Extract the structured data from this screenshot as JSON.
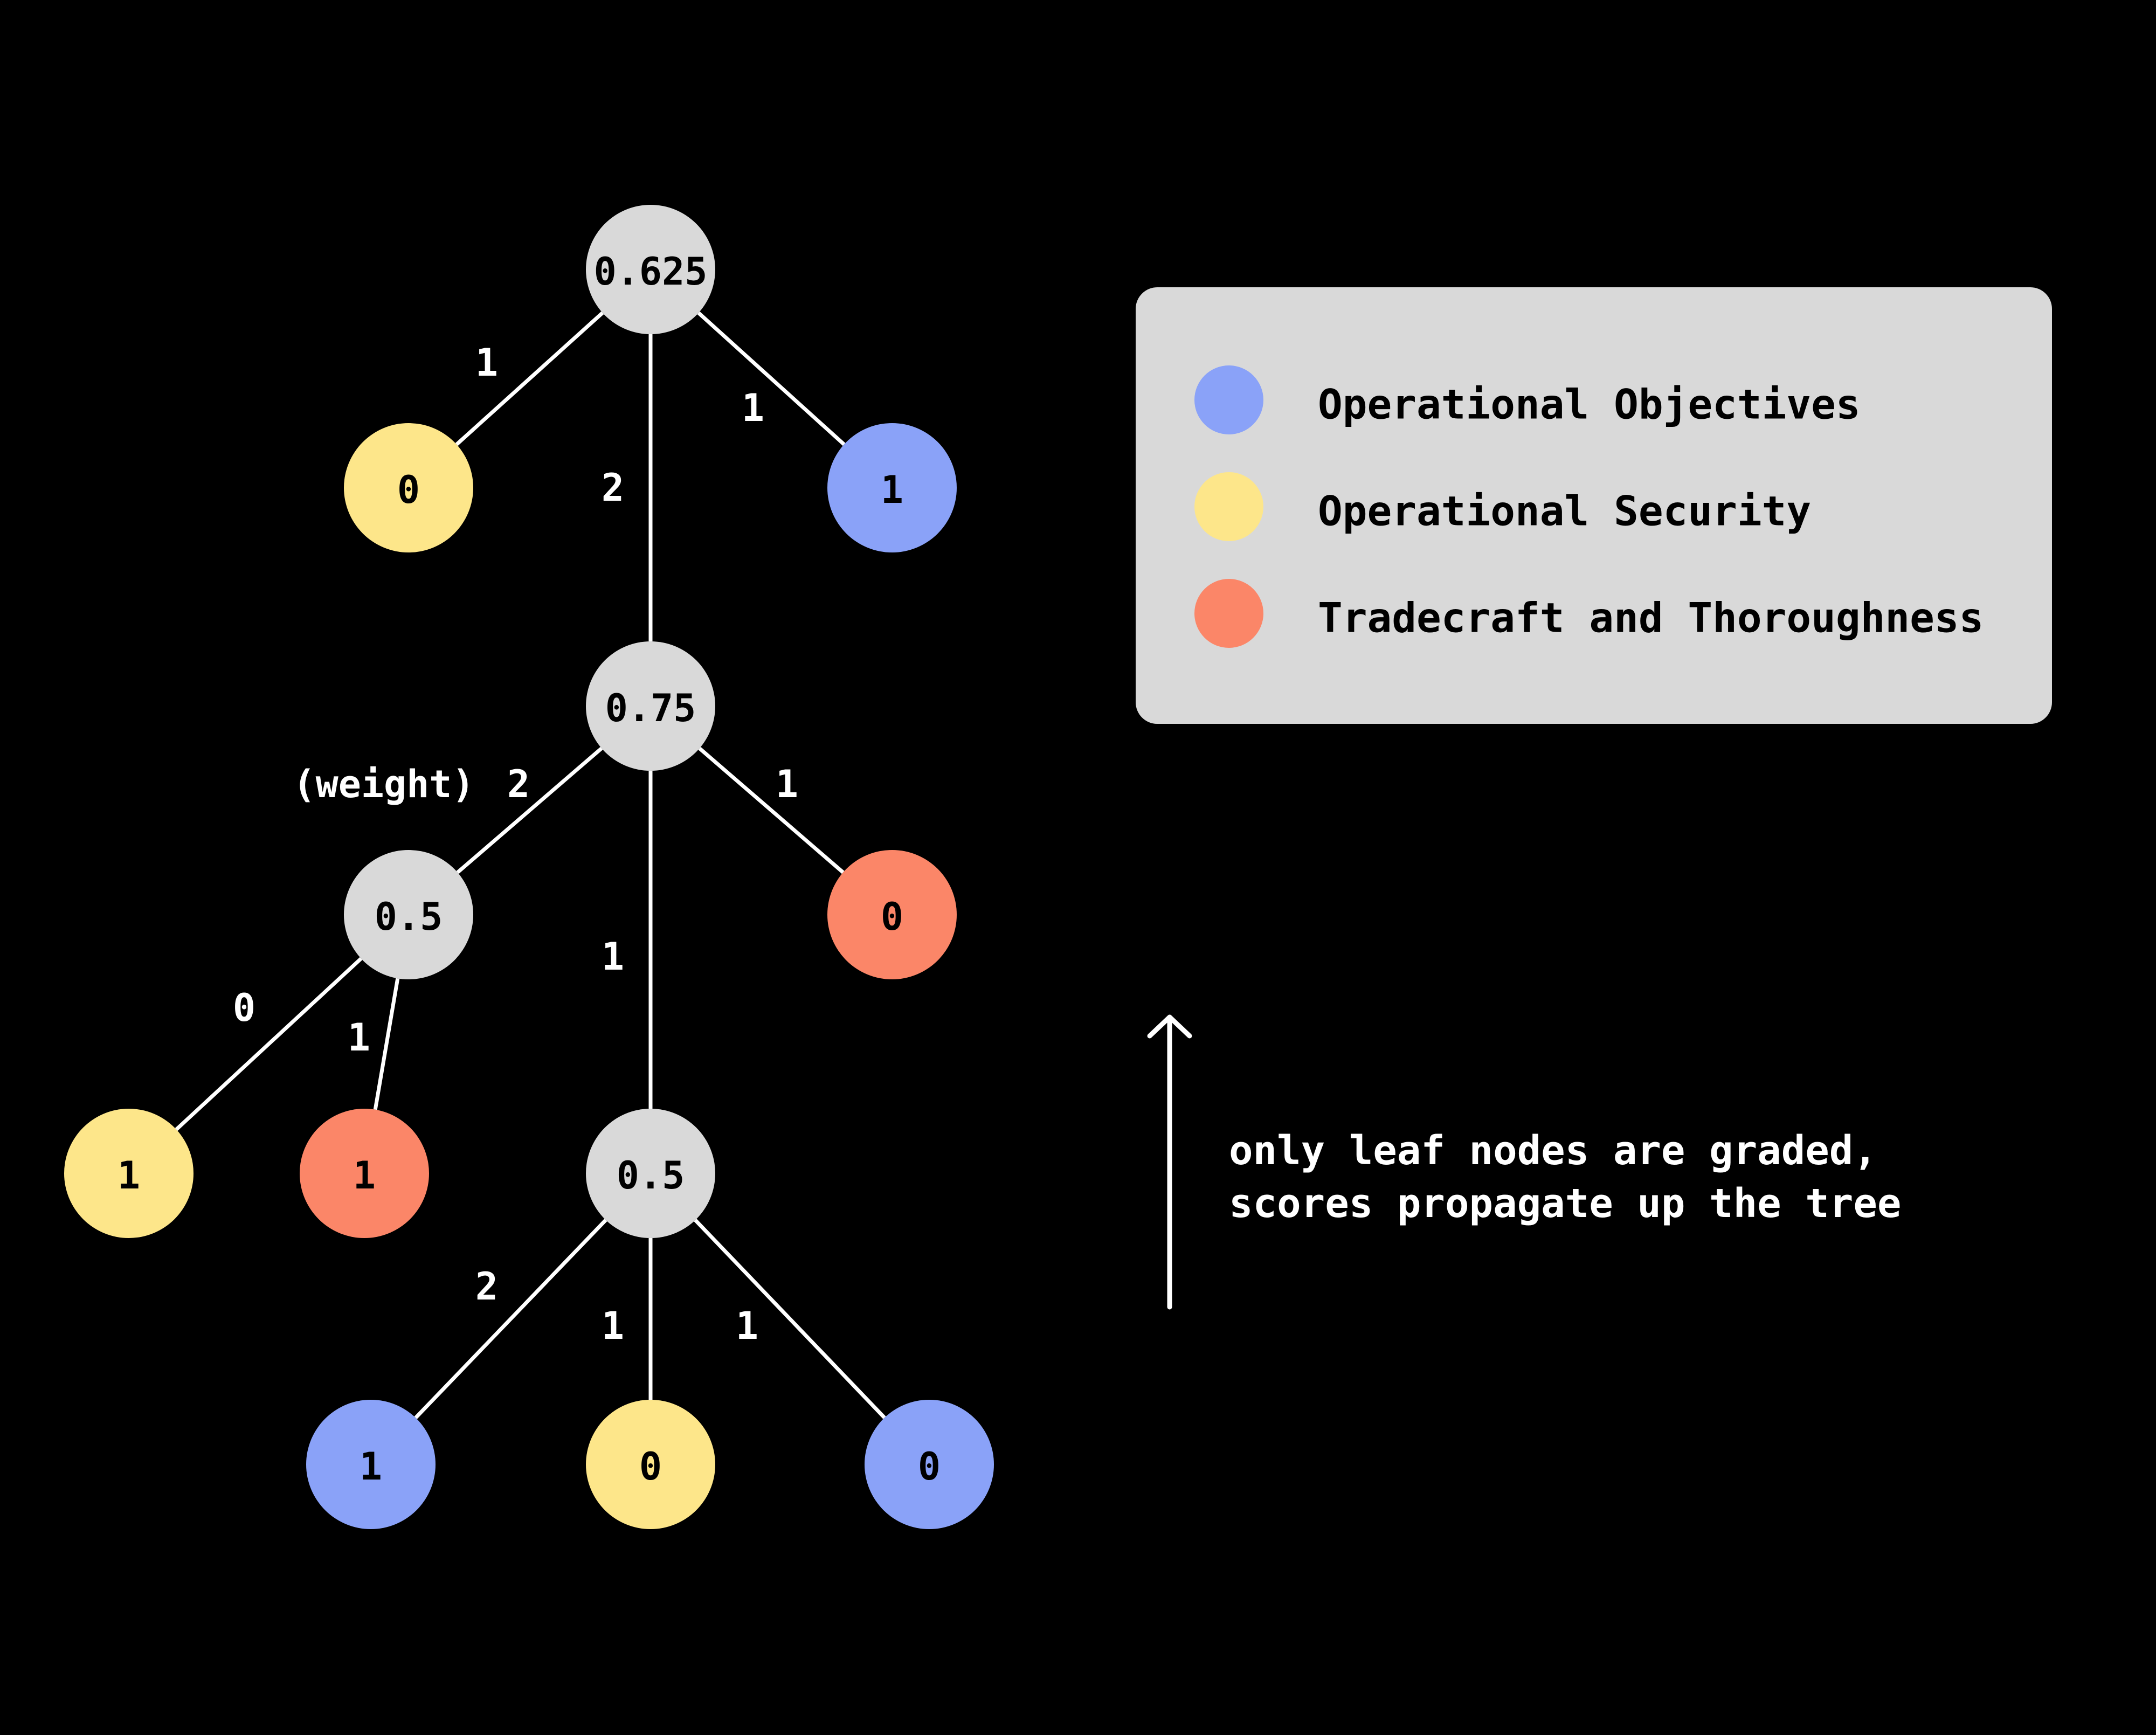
{
  "colors": {
    "background": "#000000",
    "internal_node": "#d9d9d9",
    "operational_objectives": "#8aa2f8",
    "operational_security": "#fde68a",
    "tradecraft_and_thoroughness": "#fb8668",
    "legend_panel": "#d9d9d9",
    "edge": "#ffffff"
  },
  "legend": {
    "items": [
      {
        "label": "Operational Objectives",
        "category": "operational_objectives"
      },
      {
        "label": "Operational Security",
        "category": "operational_security"
      },
      {
        "label": "Tradecraft and Thoroughness",
        "category": "tradecraft_and_thoroughness"
      }
    ]
  },
  "tree": {
    "nodes": [
      {
        "id": "root",
        "value": "0.625",
        "category": "internal"
      },
      {
        "id": "root-left",
        "value": "0",
        "category": "operational_security"
      },
      {
        "id": "root-right",
        "value": "1",
        "category": "operational_objectives"
      },
      {
        "id": "mid",
        "value": "0.75",
        "category": "internal"
      },
      {
        "id": "mid-left",
        "value": "0.5",
        "category": "internal"
      },
      {
        "id": "mid-right",
        "value": "0",
        "category": "tradecraft_and_thoroughness"
      },
      {
        "id": "ml-left",
        "value": "1",
        "category": "operational_security"
      },
      {
        "id": "ml-right",
        "value": "1",
        "category": "tradecraft_and_thoroughness"
      },
      {
        "id": "low",
        "value": "0.5",
        "category": "internal"
      },
      {
        "id": "low-left",
        "value": "1",
        "category": "operational_objectives"
      },
      {
        "id": "low-center",
        "value": "0",
        "category": "operational_security"
      },
      {
        "id": "low-right",
        "value": "0",
        "category": "operational_objectives"
      }
    ],
    "edges": [
      {
        "from": "root",
        "to": "root-left",
        "weight": "1"
      },
      {
        "from": "root",
        "to": "mid",
        "weight": "2"
      },
      {
        "from": "root",
        "to": "root-right",
        "weight": "1"
      },
      {
        "from": "mid",
        "to": "mid-left",
        "weight": "2",
        "prefix": "(weight)"
      },
      {
        "from": "mid",
        "to": "low",
        "weight": "1"
      },
      {
        "from": "mid",
        "to": "mid-right",
        "weight": "1"
      },
      {
        "from": "mid-left",
        "to": "ml-left",
        "weight": "0"
      },
      {
        "from": "mid-left",
        "to": "ml-right",
        "weight": "1"
      },
      {
        "from": "low",
        "to": "low-left",
        "weight": "2"
      },
      {
        "from": "low",
        "to": "low-center",
        "weight": "1"
      },
      {
        "from": "low",
        "to": "low-right",
        "weight": "1"
      }
    ]
  },
  "note": {
    "lines": [
      "only leaf nodes are graded,",
      "scores propagate up the tree"
    ]
  }
}
